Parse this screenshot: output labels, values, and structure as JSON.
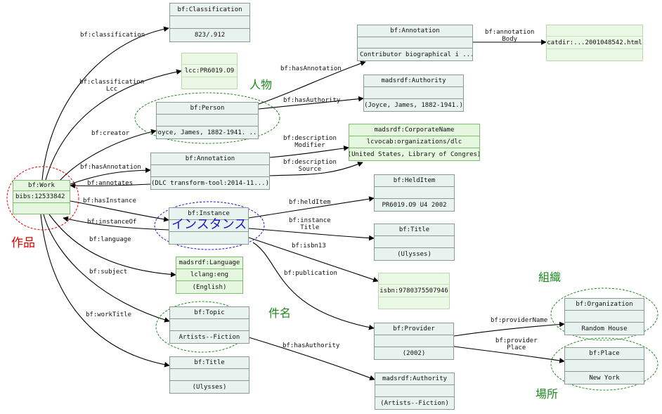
{
  "colors": {
    "node_fill": "#e8f2ee",
    "literal_fill": "#e6f7df",
    "edge": "#000000",
    "annot_red": "#e00000",
    "annot_green": "#1e8a1e",
    "annot_blue": "#1818d0"
  },
  "nodes": {
    "work": {
      "type": "bf:Work",
      "id": "bibs:12533842",
      "extra": ""
    },
    "classification": {
      "type": "bf:Classification",
      "mid": "",
      "value": "823/.912"
    },
    "lcc": {
      "type": "",
      "value": "lcc:PR6019.O9",
      "extra": ""
    },
    "person": {
      "type": "bf:Person",
      "mid": "",
      "value": "Joyce, James, 1882-1941. ..."
    },
    "annotation_top": {
      "type": "bf:Annotation",
      "mid": "",
      "value": "Contributor biographical i ..."
    },
    "annotation_body": {
      "value": "catdir:...2001048542.html",
      "extra": ""
    },
    "authority_person": {
      "type": "madsrdf:Authority",
      "mid": "",
      "value": "(Joyce, James, 1882-1941.)"
    },
    "corporate": {
      "type": "madsrdf:CorporateName",
      "id": "lcvocab:organizations/dlc",
      "value": "(United States, Library of Congres)"
    },
    "annotation_mid": {
      "type": "bf:Annotation",
      "mid": "",
      "value": "(DLC transform-tool:2014-11...)"
    },
    "instance": {
      "type": "bf:Instance",
      "mid": "",
      "value": ""
    },
    "helditem": {
      "type": "bf:HeldItem",
      "mid": "",
      "value": "PR6019.O9 U4 2002"
    },
    "title_instance": {
      "type": "bf:Title",
      "mid": "",
      "value": "(Ulysses)"
    },
    "isbn": {
      "type": "",
      "value": "isbn:9780375507946",
      "extra": ""
    },
    "language": {
      "type": "madsrdf:Language",
      "id": "lclang:eng",
      "value": "(English)"
    },
    "topic": {
      "type": "bf:Topic",
      "mid": "",
      "value": "Artists--Fiction"
    },
    "title_work": {
      "type": "bf:Title",
      "mid": "",
      "value": "(Ulysses)"
    },
    "provider": {
      "type": "bf:Provider",
      "mid": "",
      "value": "(2002)"
    },
    "organization": {
      "type": "bf:Organization",
      "mid": "",
      "value": "Random House"
    },
    "place": {
      "type": "bf:Place",
      "mid": "",
      "value": "New York"
    },
    "authority_topic": {
      "type": "madsrdf:Authority",
      "mid": "",
      "value": "(Artists--Fiction)"
    }
  },
  "edges": {
    "classification": "bf:classification",
    "classification_lcc": "bf:classification\nLcc",
    "creator": "bf:creator",
    "has_annotation_top": "bf:hasAnnotation",
    "annotation_body": "bf:annotation\nBody",
    "has_authority_person": "bf:hasAuthority",
    "description_modifier": "bf:description\nModifier",
    "description_source": "bf:description\nSource",
    "has_annotation_work": "bf:hasAnnotation",
    "annotates": "bf:annotates",
    "has_instance": "bf:hasInstance",
    "instance_of": "bf:instanceOf",
    "held_item": "bf:heldItem",
    "instance_title": "bf:instance\nTitle",
    "isbn13": "bf:isbn13",
    "publication": "bf:publication",
    "language": "bf:language",
    "subject": "bf:subject",
    "work_title": "bf:workTitle",
    "has_authority_topic": "bf:hasAuthority",
    "provider_name": "bf:providerName",
    "provider_place": "bf:provider\nPlace"
  },
  "annotations": {
    "work": "作品",
    "person": "人物",
    "instance": "インスタンス",
    "topic": "件名",
    "organization": "組織",
    "place": "場所"
  }
}
